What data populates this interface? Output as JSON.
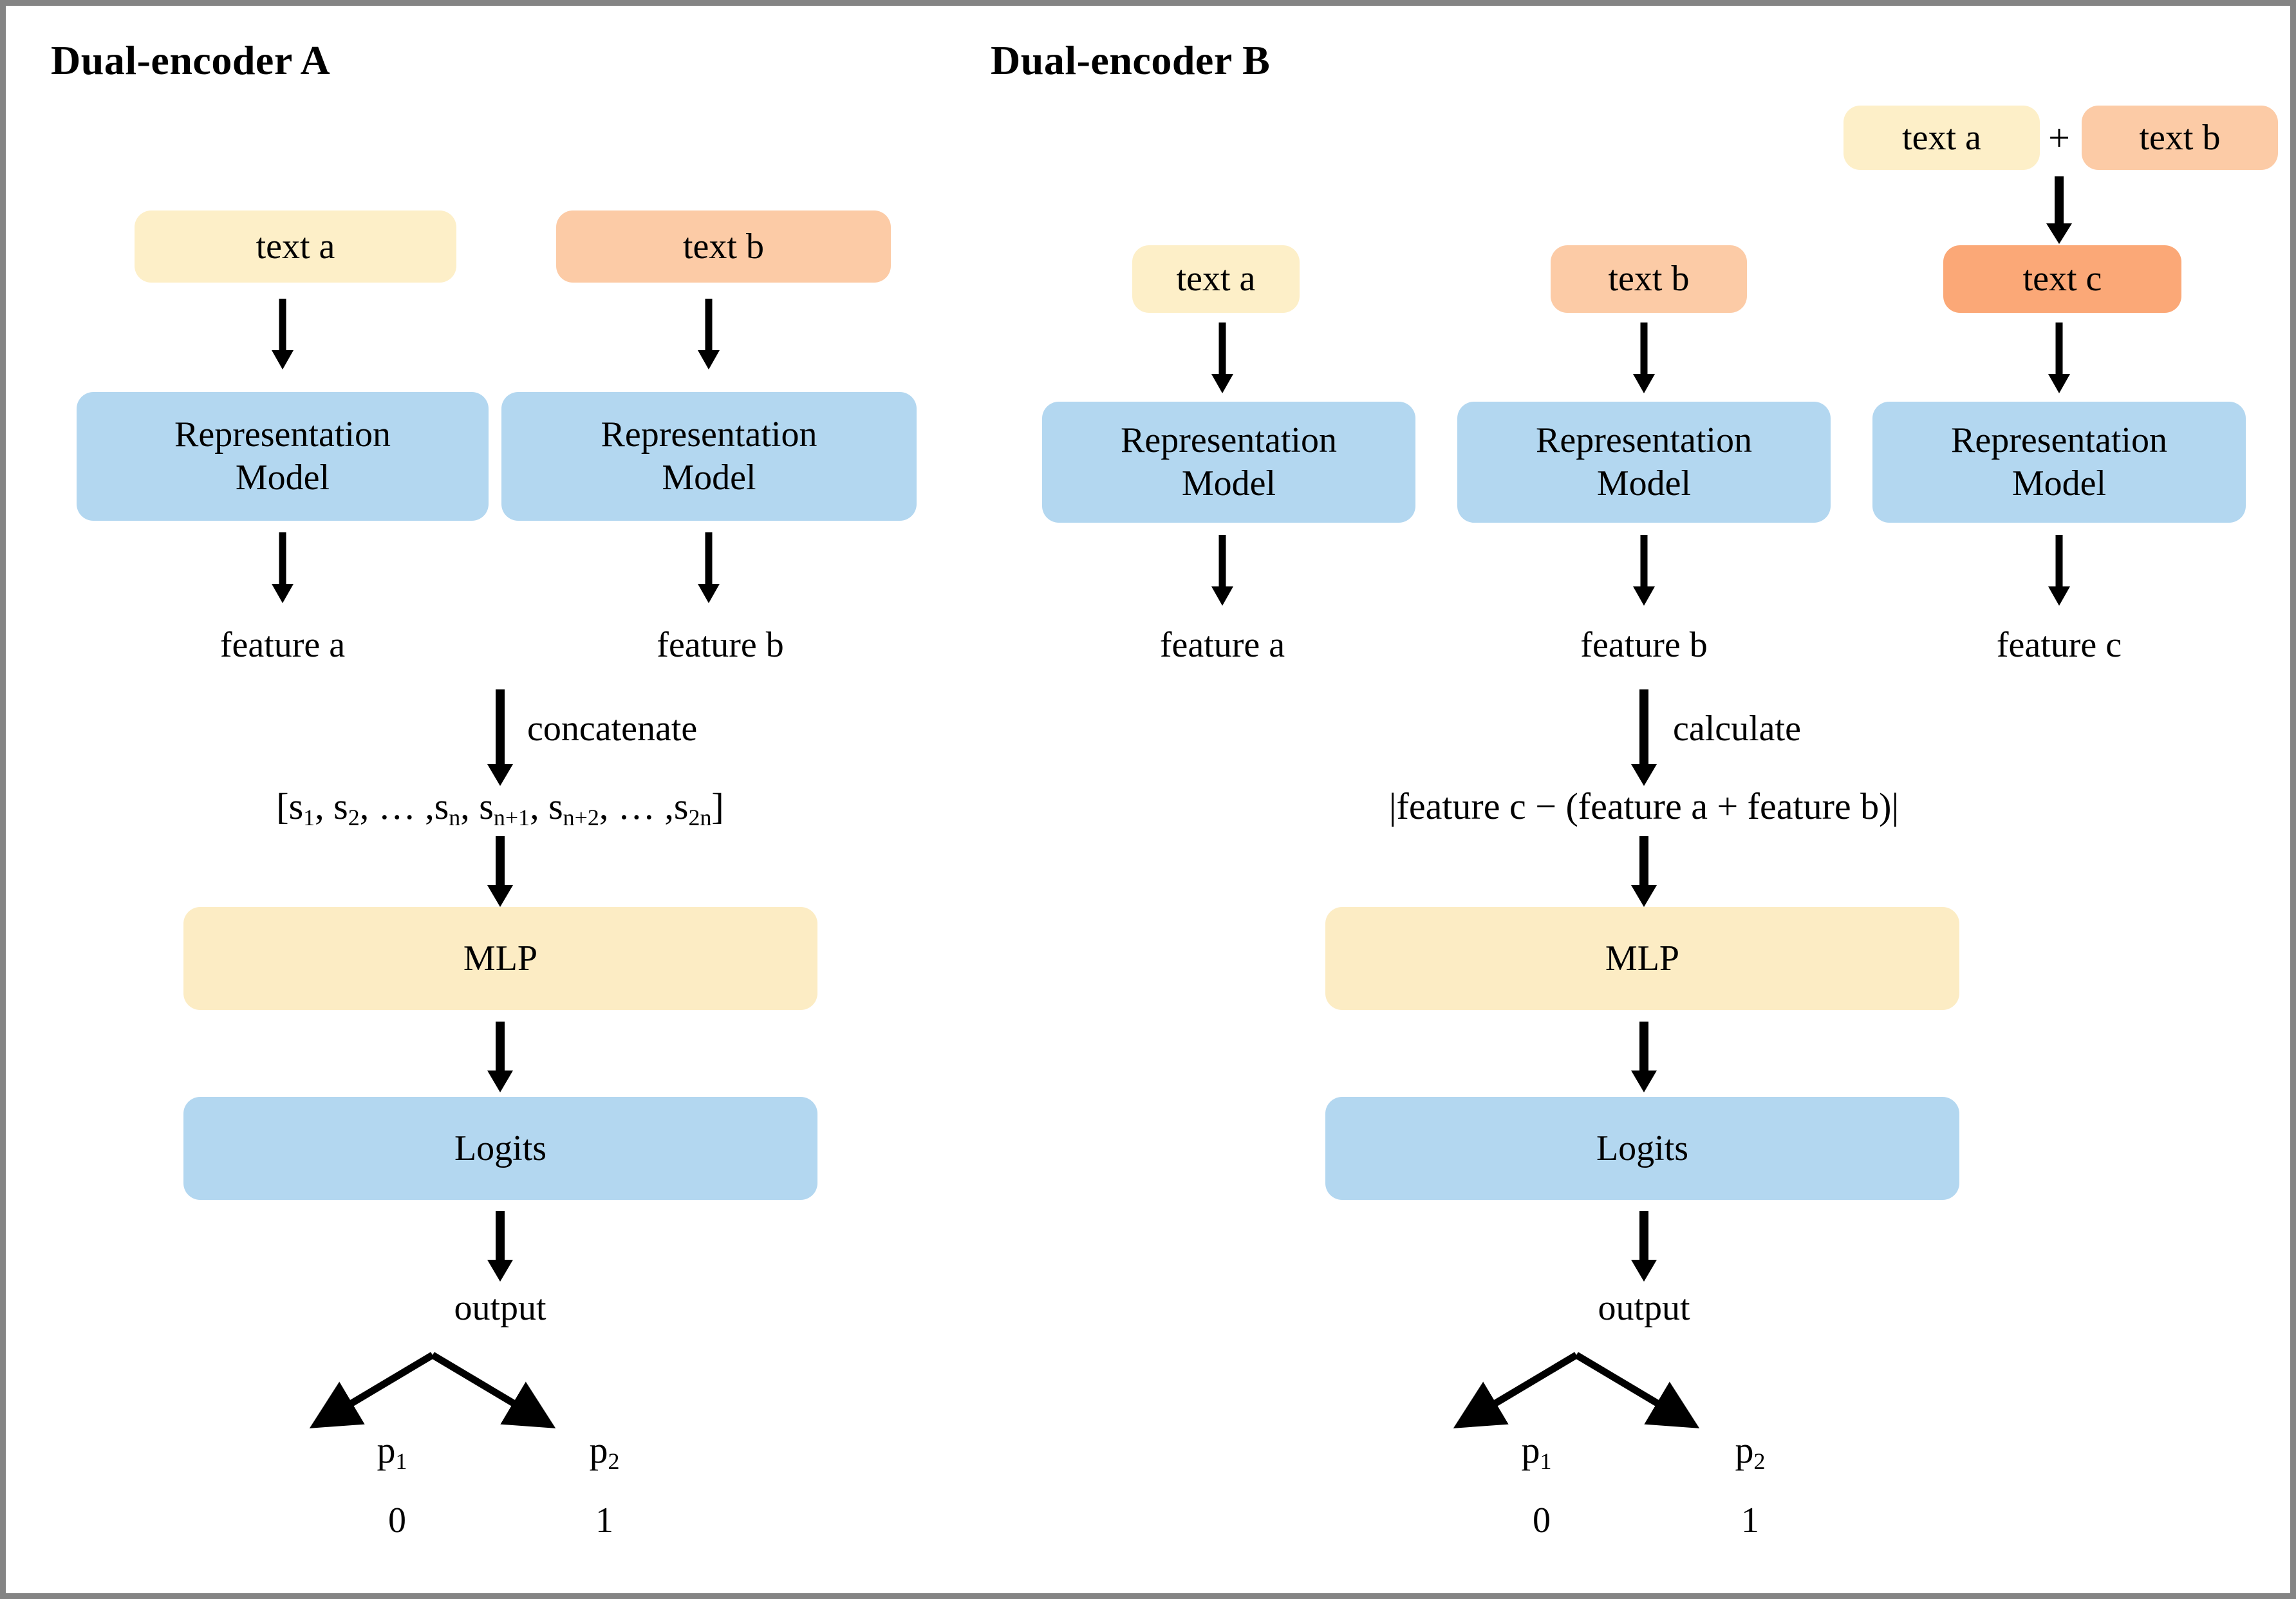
{
  "figure": {
    "border_color": "#848484",
    "background": "#ffffff"
  },
  "colors": {
    "text_a_fill": "#FDEFC8",
    "text_b_fill": "#FCCBA6",
    "text_c_fill": "#FBA877",
    "model_fill": "#B3D7F0",
    "mlp_fill": "#FCECC4",
    "logits_fill": "#B3D7F0",
    "arrow": "#000000"
  },
  "panels": [
    {
      "title": "Dual-encoder A",
      "inputs": [
        {
          "label": "text a",
          "fill_key": "text_a_fill"
        },
        {
          "label": "text b",
          "fill_key": "text_b_fill"
        }
      ],
      "encoders": [
        {
          "line1": "Representation",
          "line2": "Model"
        },
        {
          "line1": "Representation",
          "line2": "Model"
        }
      ],
      "features": [
        "feature a",
        "feature b"
      ],
      "operation_label": "concatenate",
      "vector_parts": [
        {
          "text": "[s",
          "sub": "1"
        },
        {
          "text": ", s",
          "sub": "2"
        },
        {
          "text": ", … ,s",
          "sub": "n"
        },
        {
          "text": ", s",
          "sub": "n+1"
        },
        {
          "text": ", s",
          "sub": "n+2"
        },
        {
          "text": ", … ,s",
          "sub": "2n"
        },
        {
          "text": "]",
          "sub": ""
        }
      ],
      "vector_plain": "[s1, s2, … ,sn, sn+1, sn+2, … ,s2n]",
      "mlp_label": "MLP",
      "logits_label": "Logits",
      "output_label": "output",
      "probabilities": [
        {
          "symbol": "p",
          "sub": "1",
          "class_label": "0"
        },
        {
          "symbol": "p",
          "sub": "2",
          "class_label": "1"
        }
      ]
    },
    {
      "title": "Dual-encoder B",
      "combo": {
        "left_label": "text a",
        "operator": "+",
        "right_label": "text b"
      },
      "inputs": [
        {
          "label": "text a",
          "fill_key": "text_a_fill"
        },
        {
          "label": "text b",
          "fill_key": "text_b_fill"
        },
        {
          "label": "text c",
          "fill_key": "text_c_fill"
        }
      ],
      "encoders": [
        {
          "line1": "Representation",
          "line2": "Model"
        },
        {
          "line1": "Representation",
          "line2": "Model"
        },
        {
          "line1": "Representation",
          "line2": "Model"
        }
      ],
      "features": [
        "feature a",
        "feature b",
        "feature c"
      ],
      "operation_label": "calculate",
      "expression": "|feature c − (feature a + feature b)|",
      "mlp_label": "MLP",
      "logits_label": "Logits",
      "output_label": "output",
      "probabilities": [
        {
          "symbol": "p",
          "sub": "1",
          "class_label": "0"
        },
        {
          "symbol": "p",
          "sub": "2",
          "class_label": "1"
        }
      ]
    }
  ]
}
